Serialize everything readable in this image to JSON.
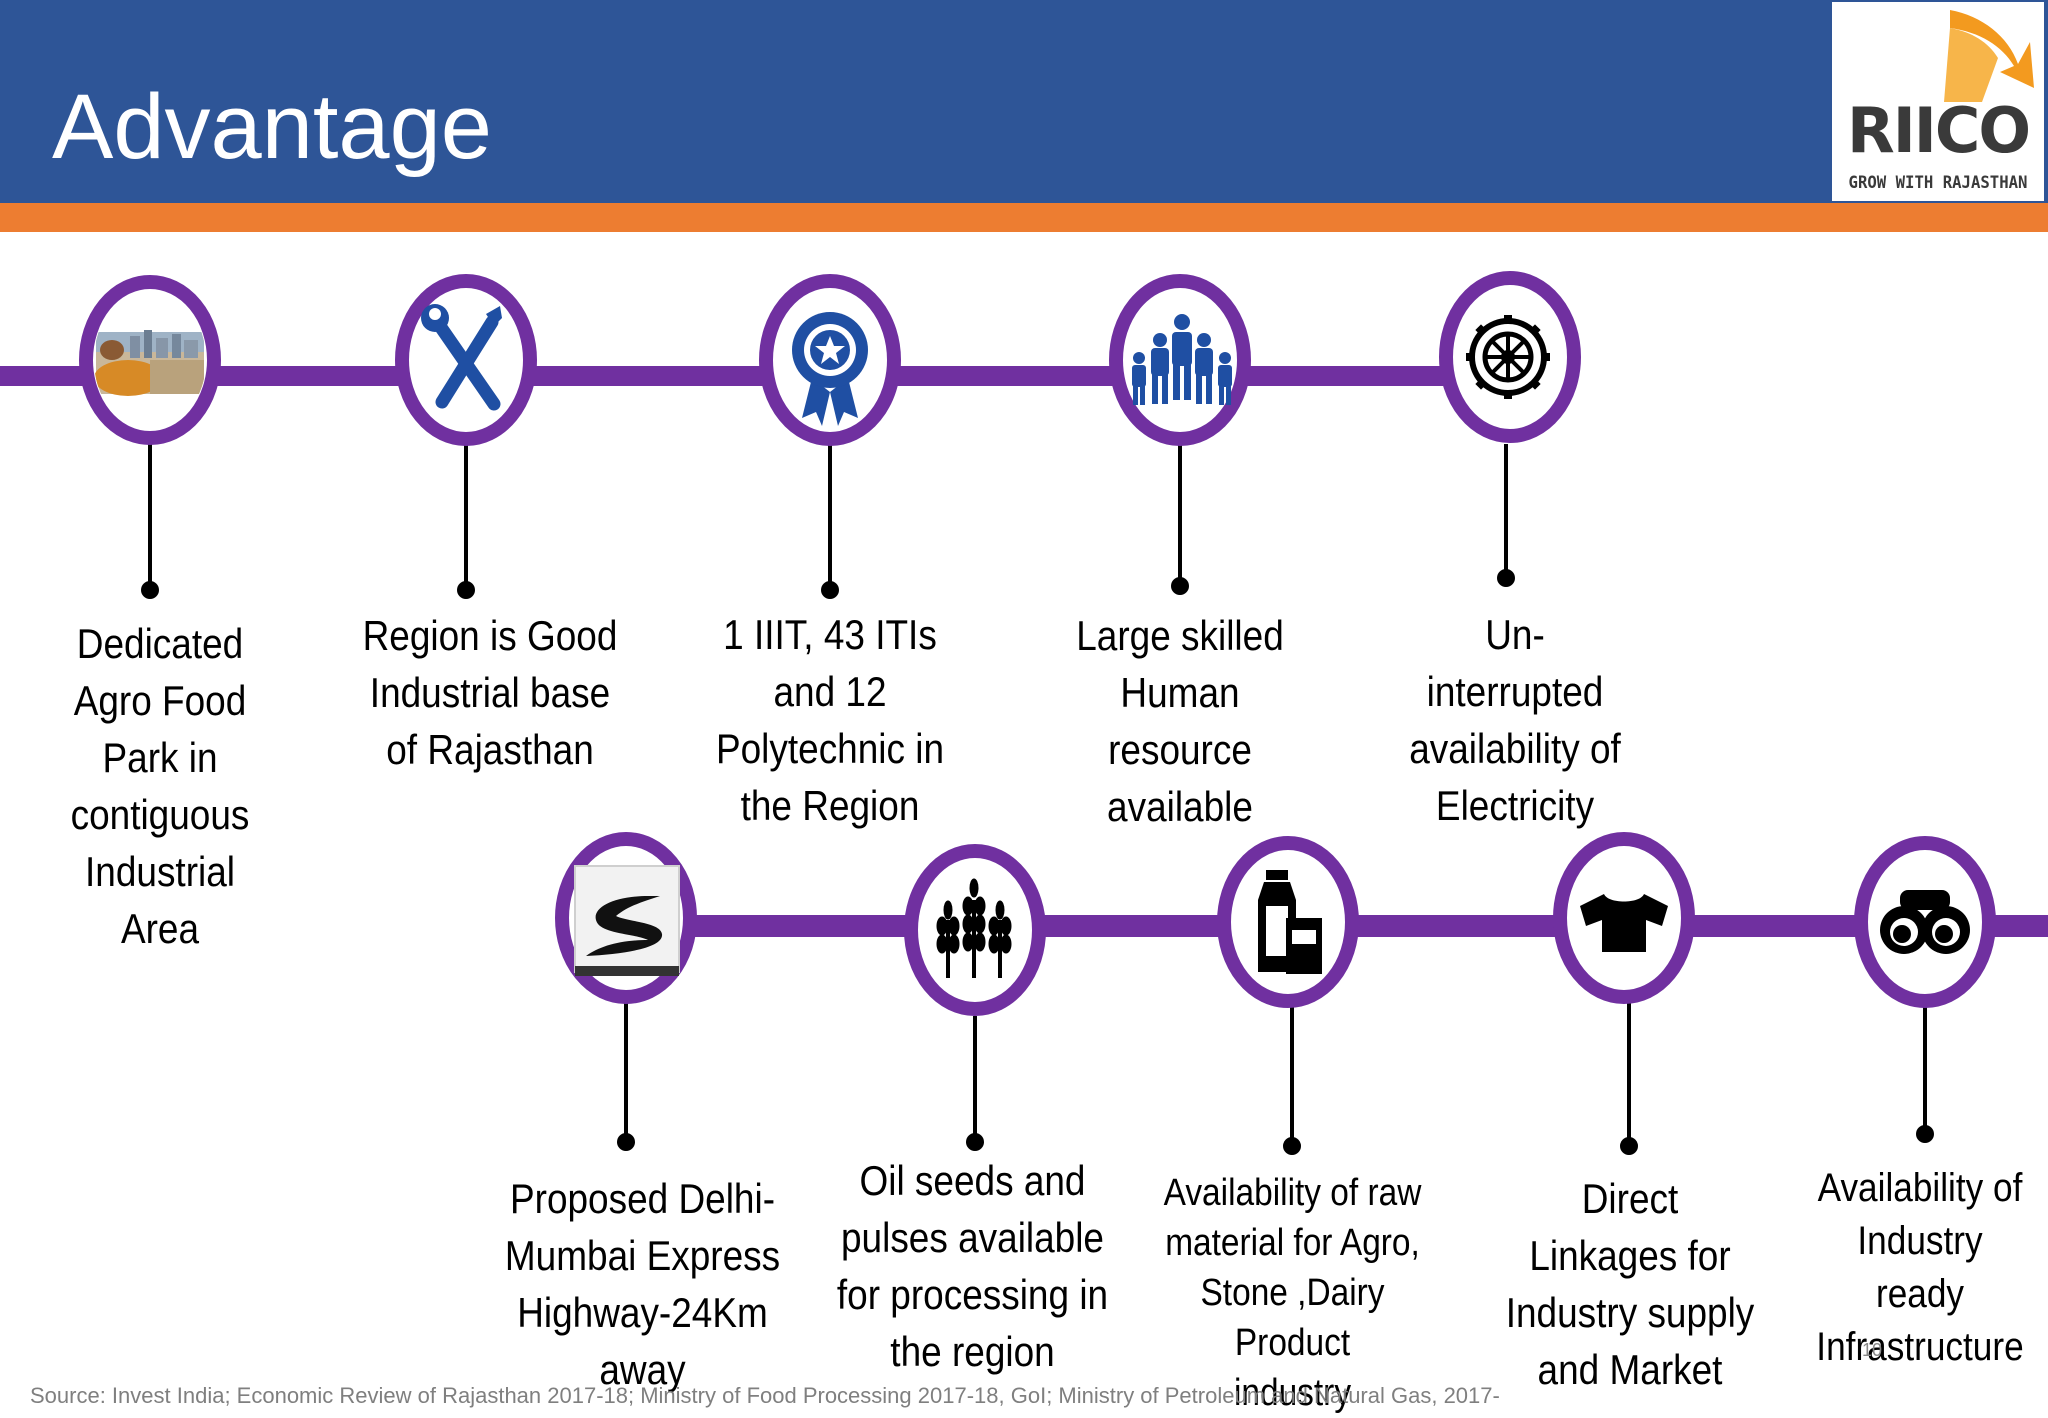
{
  "header": {
    "title": "Advantage",
    "logo_text": "RIICO",
    "logo_tagline": "GROW WITH RAJASTHAN",
    "bar_color": "#2e5597",
    "accent_color": "#ed7d31"
  },
  "timeline_color": "#7030a0",
  "top_row": [
    {
      "icon": "agro-park-photo-icon",
      "text": [
        "Dedicated",
        "Agro Food",
        "Park in",
        "contiguous",
        "Industrial",
        "Area"
      ]
    },
    {
      "icon": "tools-icon",
      "text": [
        "Region is Good",
        "Industrial base",
        "of Rajasthan"
      ]
    },
    {
      "icon": "award-badge-icon",
      "text": [
        "1 IIIT, 43 ITIs",
        "and 12",
        "Polytechnic in",
        "the Region"
      ]
    },
    {
      "icon": "people-group-icon",
      "text": [
        "Large skilled",
        "Human",
        "resource",
        "available"
      ]
    },
    {
      "icon": "turbine-wheel-icon",
      "text": [
        "Un-",
        "interrupted",
        "availability of",
        "Electricity"
      ]
    }
  ],
  "bottom_row": [
    {
      "icon": "highway-icon",
      "text": [
        "Proposed Delhi-",
        "Mumbai Express",
        "Highway-24Km",
        "away"
      ]
    },
    {
      "icon": "wheat-icon",
      "text": [
        "Oil seeds and",
        "pulses available",
        "for processing in",
        "the region"
      ]
    },
    {
      "icon": "milk-bottle-icon",
      "text": [
        "Availability of raw",
        "material for Agro,",
        "Stone ,Dairy Product",
        "industry"
      ]
    },
    {
      "icon": "tshirt-icon",
      "text": [
        "Direct",
        "Linkages for",
        "Industry supply",
        "and  Market"
      ]
    },
    {
      "icon": "binoculars-icon",
      "text": [
        "Availability of",
        "Industry",
        "ready",
        "Infrastructure"
      ]
    }
  ],
  "footer": {
    "source": "Source: Invest India; Economic Review of Rajasthan 2017-18; Ministry of Food Processing 2017-18, GoI; Ministry of Petroleum and Natural Gas,   2017-",
    "page_number": "10"
  }
}
